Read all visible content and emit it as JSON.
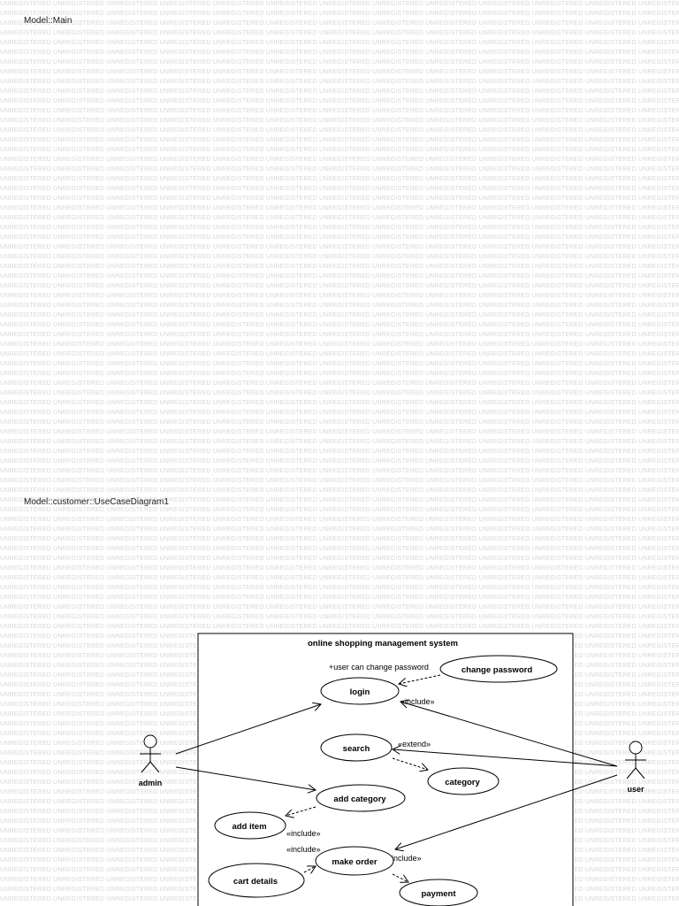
{
  "page": {
    "main_model_label": "Model::Main",
    "diagram_model_label": "Model::customer::UseCaseDiagram1",
    "watermark_text": "UNREGISTERED"
  },
  "diagram": {
    "system_title": "online shopping management system",
    "actors": {
      "admin": "admin",
      "user": "user"
    },
    "use_cases": {
      "login": "login",
      "change_password": "change password",
      "search": "search",
      "category": "category",
      "add_category": "add category",
      "add_item": "add item",
      "make_order": "make order",
      "cart_details": "cart details",
      "payment": "payment"
    },
    "relationship_labels": {
      "change_password_note": "+user can change password",
      "login_include": "«include»",
      "search_extend": "«extend»",
      "add_item_include": "«include»",
      "cart_details_include": "«include»",
      "payment_include": "«include»"
    },
    "colors": {
      "line": "#000000",
      "watermark": "#d7d7d7"
    }
  }
}
